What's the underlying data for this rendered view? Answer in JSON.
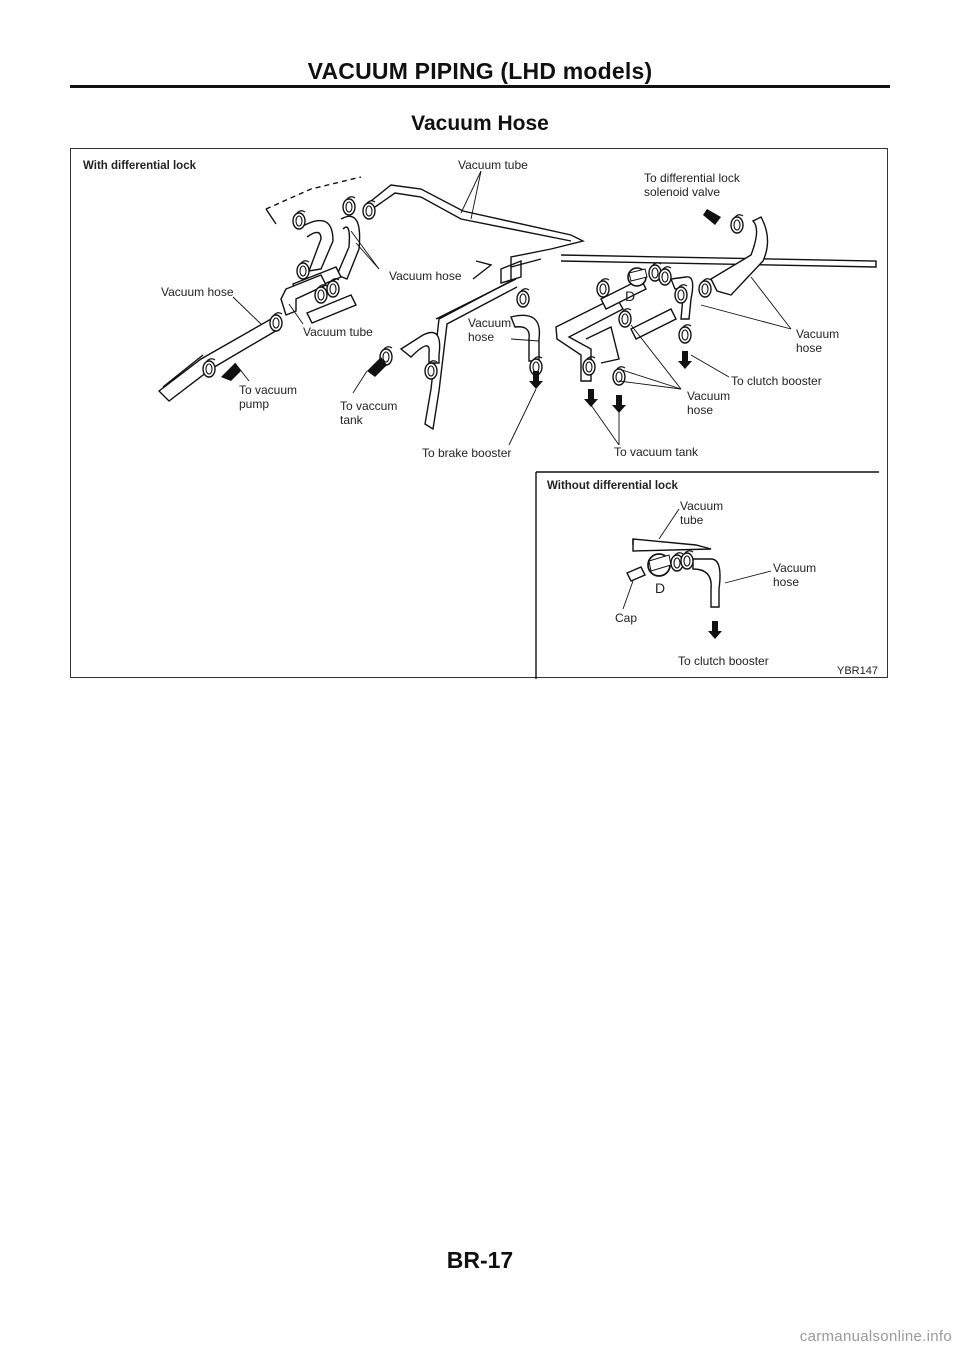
{
  "header": {
    "title": "VACUUM PIPING (LHD models)"
  },
  "section": {
    "title": "Vacuum Hose"
  },
  "figure": {
    "id": "YBR147",
    "with_lock": {
      "heading": "With differential lock",
      "labels": {
        "vacuum_tube_top": "Vacuum tube",
        "to_diff_lock": "To differential lock\nsolenoid valve",
        "vacuum_hose_mid": "Vacuum hose",
        "vacuum_hose_left": "Vacuum hose",
        "vacuum_tube_mid": "Vacuum tube",
        "vacuum_hose_center": "Vacuum\nhose",
        "vacuum_hose_right": "Vacuum\nhose",
        "to_clutch_booster": "To clutch booster",
        "vacuum_hose_lower": "Vacuum\nhose",
        "to_vacuum_pump": "To vacuum\npump",
        "to_vaccum_tank": "To vaccum\ntank",
        "to_brake_booster": "To brake booster",
        "to_vacuum_tank": "To vacuum tank",
        "connector_d": "D"
      }
    },
    "without_lock": {
      "heading": "Without differential lock",
      "labels": {
        "vacuum_tube": "Vacuum\ntube",
        "vacuum_hose": "Vacuum\nhose",
        "cap": "Cap",
        "connector_d": "D",
        "to_clutch_booster": "To clutch booster"
      }
    }
  },
  "footer": {
    "page": "BR-17"
  },
  "watermark": {
    "text": "carmanualsonline.info"
  }
}
